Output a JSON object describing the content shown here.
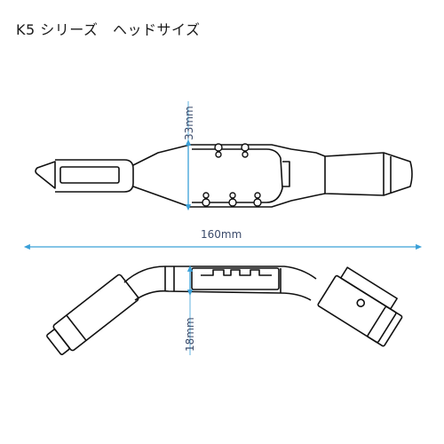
{
  "title": "K5 シリーズ　ヘッドサイズ",
  "dimensions": {
    "height_top": "33mm",
    "length": "160mm",
    "height_side": "18mm"
  },
  "colors": {
    "outline": "#111111",
    "dimension_line": "#3aa0d8",
    "label": "#3a4a6a"
  }
}
